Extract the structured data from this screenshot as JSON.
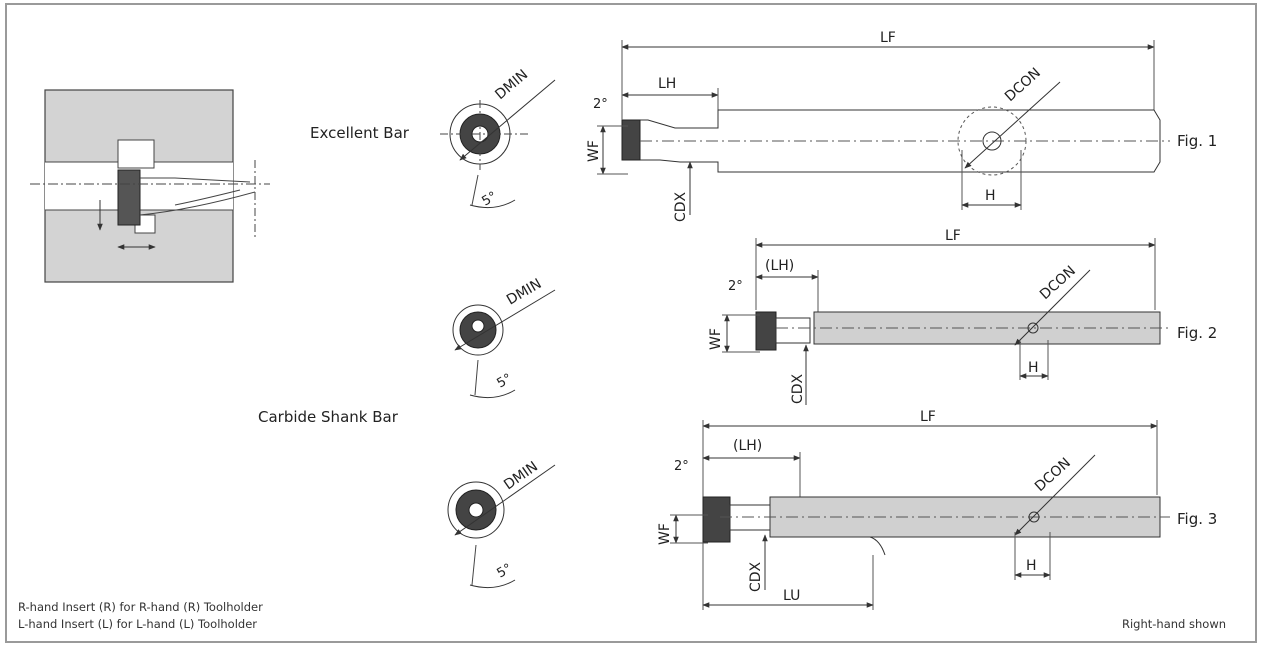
{
  "labels": {
    "excellent_bar": "Excellent Bar",
    "carbide_shank_bar": "Carbide Shank Bar",
    "fig1": "Fig. 1",
    "fig2": "Fig. 2",
    "fig3": "Fig. 3"
  },
  "dimensions": {
    "lf": "LF",
    "lh": "LH",
    "lh_paren": "(LH)",
    "dcon": "DCON",
    "dmin": "DMIN",
    "wf": "WF",
    "cdx": "CDX",
    "h": "H",
    "lu": "LU",
    "angle_2": "2°",
    "angle_5": "5°"
  },
  "notes": {
    "r_hand": "R-hand Insert (R) for R-hand (R) Toolholder",
    "l_hand": "L-hand Insert (L) for L-hand (L) Toolholder",
    "right_hand_shown": "Right-hand shown"
  }
}
